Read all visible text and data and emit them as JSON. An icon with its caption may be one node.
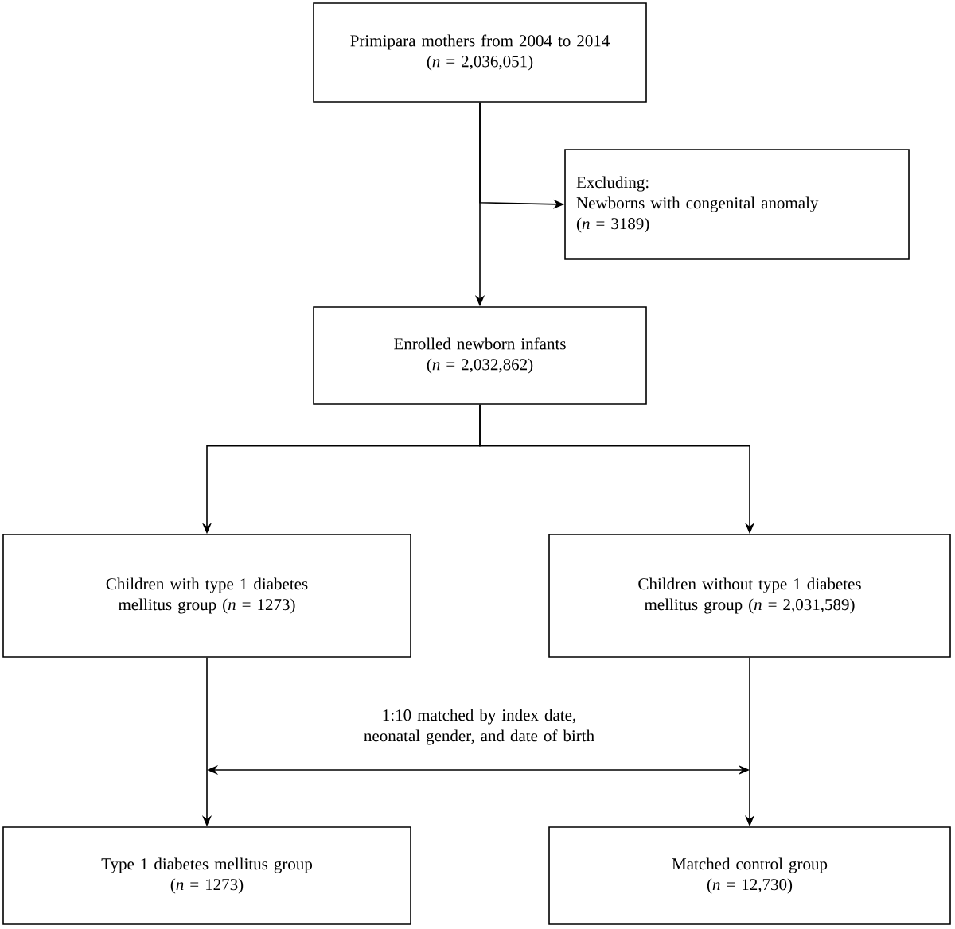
{
  "diagram": {
    "nodes": [
      {
        "text": [
          "Primipara mothers from 2004 to 2014",
          "(*n* = 2,036,051)"
        ]
      },
      {
        "text": [
          "Excluding:",
          "Newborns with congenital anomaly",
          "(*n* = 3189)"
        ]
      },
      {
        "text": [
          "Enrolled newborn infants",
          "(*n* = 2,032,862)"
        ]
      },
      {
        "text": [
          "Children with type 1 diabetes mellitus group (*n* = 1273)"
        ]
      },
      {
        "text": [
          "Children without type 1 diabetes mellitus group (*n* = 2,031,589)"
        ]
      },
      {
        "text": [
          "Type 1 diabetes mellitus group",
          "(*n* = 1273)"
        ]
      },
      {
        "text": [
          "Matched control group",
          "(*n* = 12,730)"
        ]
      }
    ],
    "edges": [
      {
        "from": 0,
        "to": 2,
        "arrow": "to"
      },
      {
        "from": 0,
        "to": 1,
        "arrow": "to"
      },
      {
        "from": 2,
        "to": 3,
        "arrow": "to"
      },
      {
        "from": 2,
        "to": 4,
        "arrow": "to"
      },
      {
        "from": 3,
        "to": 5,
        "arrow": "to"
      },
      {
        "from": 4,
        "to": 6,
        "arrow": "to"
      }
    ],
    "labels": [
      "1:10 matched by index date, neonatal gender, and date of birth"
    ]
  }
}
